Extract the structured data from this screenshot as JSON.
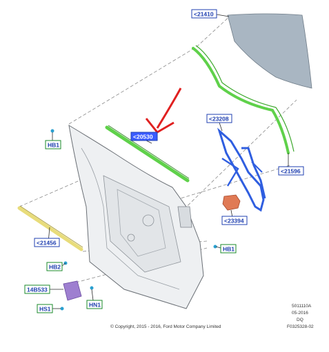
{
  "callouts": {
    "glass": "<21410",
    "run_channel": "<21596",
    "regulator": "<23208",
    "motor": "<23394",
    "belt_weatherstrip": "<20530",
    "lower_strip": "<21456",
    "bolt_hb1_top": "HB1",
    "bolt_hb1_right": "HB1",
    "bolt_hb2": "HB2",
    "module": "14B533",
    "screw_hn1": "HN1",
    "screw_hs1": "HS1"
  },
  "meta": {
    "code": "5011110A",
    "date": "05-2016",
    "dq": "DQ",
    "ref": "F0325328-02",
    "copyright": "© Copyright, 2015 - 2016, Ford Motor Company Limited"
  },
  "colors": {
    "callout_border": "#1f3fb0",
    "green_part": "#5fd14a",
    "glass": "#a9b6c2",
    "regulator": "#2f5ee0",
    "motor": "#e07a55",
    "strip": "#e8dc7a",
    "module": "#9e7fd0",
    "arrow": "#e02020"
  }
}
